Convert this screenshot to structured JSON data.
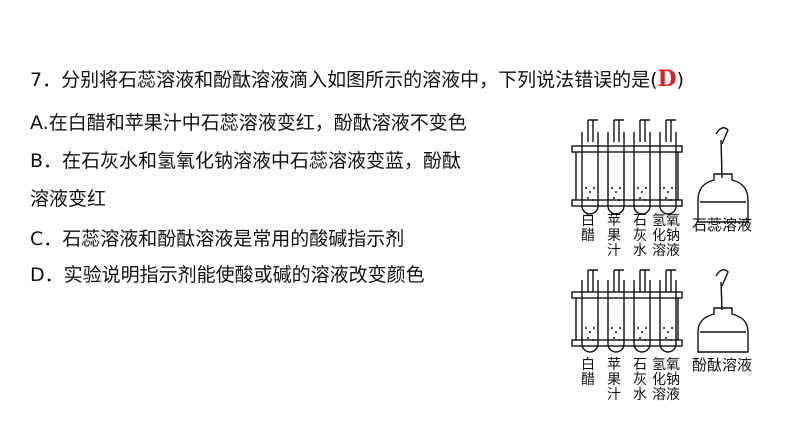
{
  "question": {
    "number_prefix": "7．",
    "stem": "分别将石蕊溶液和酚酞溶液滴入如图所示的溶液中，下列说法错误的是(",
    "answer": "D",
    "close": ")"
  },
  "options": {
    "a": "A.在白醋和苹果汁中石蕊溶液变红，酚酞溶液不变色",
    "b_line1": "B．在石灰水和氢氧化钠溶液中石蕊溶液变蓝，酚酞",
    "b_line2": "溶液变红",
    "c": "C．石蕊溶液和酚酞溶液是常用的酸碱指示剂",
    "d": "D．实验说明指示剂能使酸或碱的溶液改变颜色"
  },
  "figures": {
    "top": {
      "tubes": [
        "白醋",
        "苹果汁",
        "石灰水",
        "氢氧化钠溶液"
      ],
      "bottle_label": "石蕊溶液"
    },
    "bottom": {
      "tubes": [
        "白醋",
        "苹果汁",
        "石灰水",
        "氢氧化钠溶液"
      ],
      "bottle_label": "酚酞溶液"
    }
  },
  "colors": {
    "answer": "#e11d1d"
  }
}
